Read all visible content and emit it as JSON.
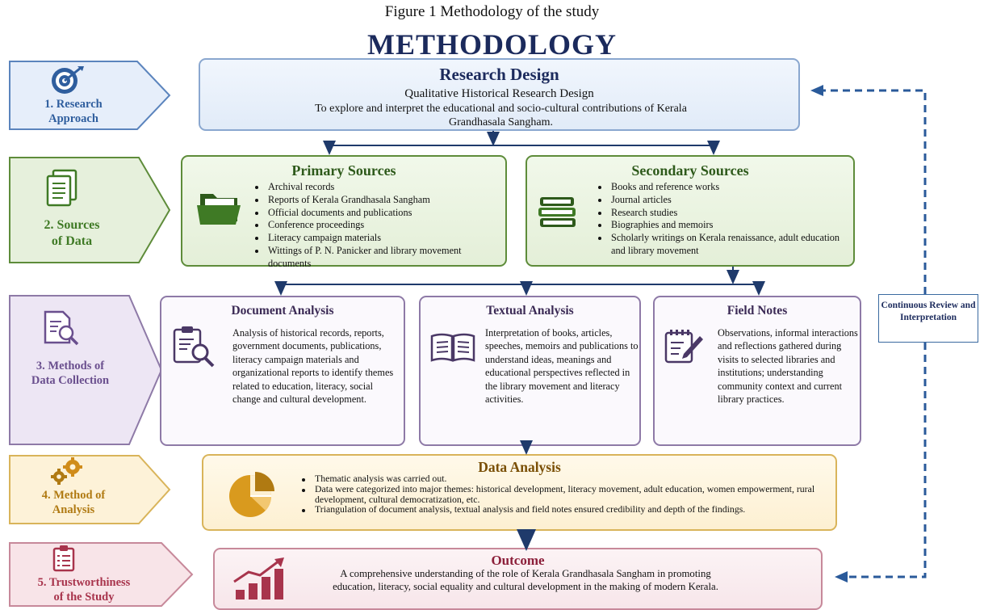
{
  "caption": "Figure 1 Methodology of the study",
  "title": "METHODOLOGY",
  "steps": [
    {
      "label": "1. Research\nApproach",
      "icon": "target-icon"
    },
    {
      "label": "2. Sources\nof Data",
      "icon": "document-icon"
    },
    {
      "label": "3. Methods of\nData Collection",
      "icon": "document-search-icon"
    },
    {
      "label": "4. Method of\nAnalysis",
      "icon": "gears-icon"
    },
    {
      "label": "5. Trustworthiness\nof the Study",
      "icon": "clipboard-icon"
    }
  ],
  "research_design": {
    "title": "Research Design",
    "subtitle": "Qualitative Historical Research Design",
    "text": "To explore and interpret the educational and socio-cultural contributions of Kerala Grandhasala Sangham."
  },
  "primary_sources": {
    "title": "Primary Sources",
    "icon": "folder-icon",
    "items": [
      "Archival records",
      "Reports of Kerala Grandhasala Sangham",
      "Official documents and publications",
      "Conference proceedings",
      "Literacy campaign materials",
      "Wittings of P. N. Panicker and library movement documents"
    ]
  },
  "secondary_sources": {
    "title": "Secondary Sources",
    "icon": "books-icon",
    "items": [
      "Books and reference works",
      "Journal articles",
      "Research studies",
      "Biographies and memoirs",
      "Scholarly writings on Kerala renaissance, adult education and library movement"
    ]
  },
  "document_analysis": {
    "title": "Document Analysis",
    "icon": "clipboard-search-icon",
    "text": "Analysis of historical records, reports, government documents, publications, literacy campaign materials and organizational reports to identify themes related to education, literacy, social change and cultural development."
  },
  "textual_analysis": {
    "title": "Textual Analysis",
    "icon": "open-book-icon",
    "text": "Interpretation of books, articles, speeches, memoirs and publications to understand ideas, meanings and educational perspectives reflected in the library movement and literacy activities."
  },
  "field_notes": {
    "title": "Field Notes",
    "icon": "notepad-pen-icon",
    "text": "Observations, informal interactions and reflections gathered during visits to selected libraries and institutions; understanding community context and current library practices."
  },
  "data_analysis": {
    "title": "Data Analysis",
    "icon": "pie-chart-icon",
    "items": [
      "Thematic analysis was carried out.",
      "Data were categorized into major themes: historical development, literacy movement, adult education, women empowerment, rural development, cultural democratization, etc.",
      "Triangulation of document analysis, textual analysis and field notes ensured credibility and depth of the findings."
    ]
  },
  "outcome": {
    "title": "Outcome",
    "icon": "growth-chart-icon",
    "text": "A comprehensive understanding of the role of Kerala Grandhasala Sangham in promoting education, literacy, social equality and cultural development in the making of modern Kerala."
  },
  "review": {
    "label": "Continuous Review and Interpretation"
  },
  "colors": {
    "navy": "#1b2a5c",
    "blue_step": "#2f5e9e",
    "green_step": "#3f7a25",
    "purple_step": "#6a4f8e",
    "gold_step": "#b07a12",
    "pink_step": "#a8344c",
    "arrow": "#1f3a6b"
  }
}
